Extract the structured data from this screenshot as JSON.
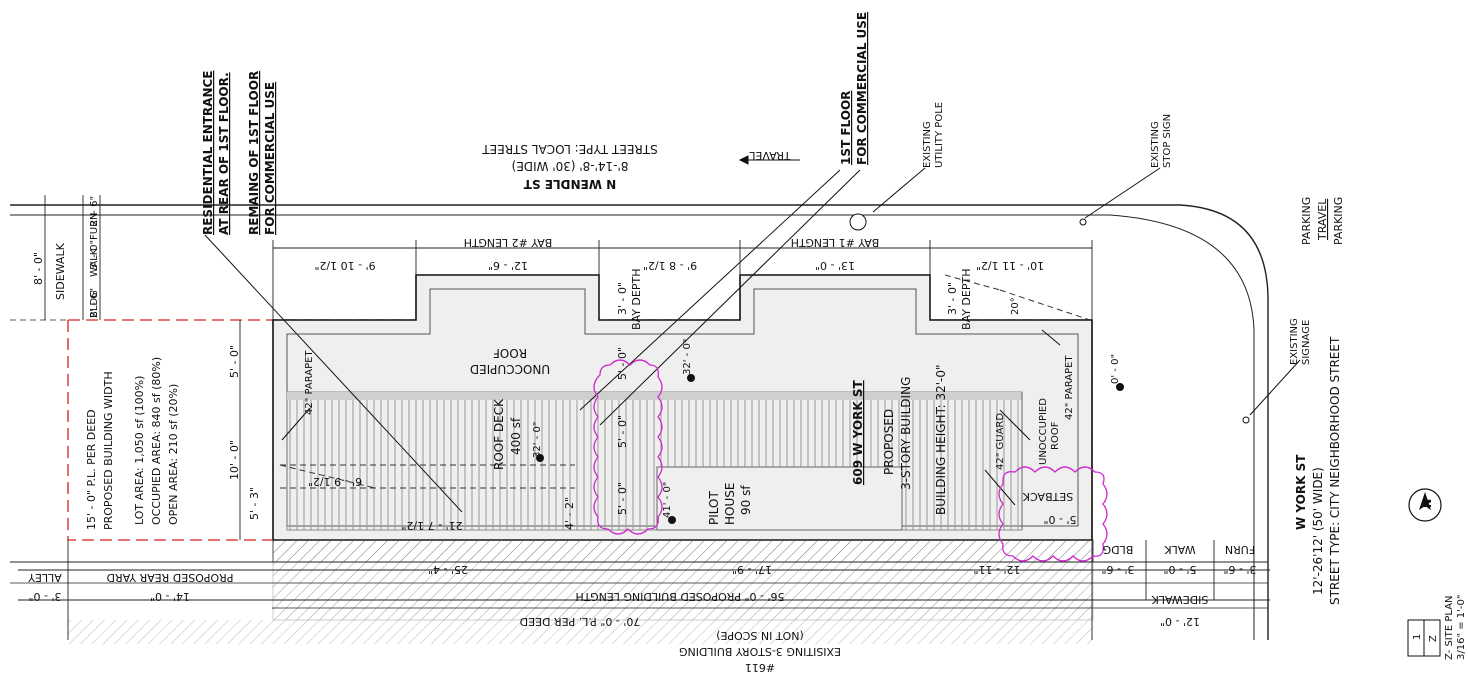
{
  "notes": {
    "residential_1": "RESIDENTIAL ENTRANCE",
    "residential_2": "AT REAR OF 1ST FLOOR.",
    "remaining_1": "REMAING OF 1ST FLOOR",
    "remaining_2": "FOR COMMERCIAL USE",
    "first_floor_1": "1ST FLOOR",
    "first_floor_2": "FOR COMMERCIAL USE",
    "utility_pole_1": "EXISTING",
    "utility_pole_2": "UTILITY POLE",
    "stop_sign_1": "EXISTING",
    "stop_sign_2": "STOP SIGN",
    "signage_1": "EXISTING",
    "signage_2": "SIGNAGE"
  },
  "streets": {
    "wendle_name": "N WENDLE ST",
    "wendle_width": "8'-14'-8' (30' WIDE)",
    "wendle_type": "STREET TYPE: LOCAL STREET",
    "travel": "TRAVEL",
    "york_name": "W YORK ST",
    "york_width": "12'-26'12' (50' WIDE)",
    "york_type": "STREET TYPE: CITY NEIGHBORHOOD STREET",
    "lane_parking_1": "PARKING",
    "lane_travel": "TRAVEL",
    "lane_parking_2": "PARKING"
  },
  "left_zone": {
    "sidewalk": "SIDEWALK",
    "sidewalk_dim": "8' - 0\"",
    "bldg_walk": "BLDG",
    "walk": "WALK",
    "furn": "FURN",
    "dim_2_6_a": "2' - 6\"",
    "dim_3_0": "3' - 0\"",
    "dim_2_6_b": "2' - 6\"",
    "pl_width": "15' - 0\"  P.L. PER DEED",
    "building_width": "PROPOSED BUILDING WIDTH",
    "lot_area": "LOT AREA: 1,050 sf (100%)",
    "occupied_area": "OCCUPIED AREA: 840 sf (80%)",
    "open_area": "OPEN AREA: 210 sf (20%)"
  },
  "top_dims": {
    "d1": "9' - 10 1/2\"",
    "d2": "12' - 6\"",
    "d3": "9' - 8 1/2\"",
    "d4": "13' - 0\"",
    "d5": "10' - 11 1/2\"",
    "bay2": "BAY #2 LENGTH",
    "bay1": "BAY #1 LENGTH",
    "bay_depth_a": "3' - 0\"",
    "bay_depth_a_label": "BAY DEPTH",
    "bay_depth_b": "3' - 0\"",
    "bay_depth_b_label": "BAY DEPTH",
    "angle": "20°"
  },
  "plan": {
    "unoccupied_roof_1": "UNOCCUPIED",
    "unoccupied_roof_2": "ROOF",
    "parapet_left": "42\" PARAPET",
    "parapet_right": "42\" PARAPET",
    "roof_deck": "ROOF DECK",
    "roof_deck_area": "400 sf",
    "pilot_house": "PILOT",
    "pilot_house_2": "HOUSE",
    "pilot_area": "90 sf",
    "address": "609 W YORK ST",
    "proposed": "PROPOSED",
    "stories": "3-STORY BUILDING",
    "height": "BUILDING HEIGHT: 32'-0\"",
    "guard": "42\" GUARD",
    "unocc_right_1": "UNOCCUPIED",
    "unocc_right_2": "ROOF",
    "setback": "SETBACK",
    "setback_dim": "5' - 0\"",
    "elev_32_a": "32' - 0\"",
    "elev_32_b": "32' - 0\"",
    "elev_41": "41' - 0\"",
    "elev_0": "0' - 0\"",
    "dim_5_0_a": "5' - 0\"",
    "dim_10_0": "10' - 0\"",
    "dim_5_3": "5' - 3\"",
    "dim_5_0_b": "5' - 0\"",
    "dim_5_0_c": "5' - 0\"",
    "dim_5_0_d": "5' - 0\"",
    "dim_6_9": "6' - 9 1/2\"",
    "dim_21_7": "21' - 7 1/2\"",
    "dim_4_2": "4' - 2\""
  },
  "bottom_dims": {
    "alley": "ALLEY",
    "alley_dim": "3' - 0\"",
    "rear_yard": "PROPOSED REAR YARD",
    "rear_dim": "14' - 0\"",
    "d_25_4": "25' - 4\"",
    "d_17_9": "17' - 9\"",
    "d_12_11": "12' - 11\"",
    "bldg": "BLDG",
    "walk": "WALK",
    "furn": "FURN",
    "d_3_6_a": "3' - 6\"",
    "d_5_0": "5' - 0\"",
    "d_3_6_b": "3' - 6\"",
    "building_length": "56' - 0\"  PROPOSED BUILDING LENGTH",
    "sidewalk": "SIDEWALK",
    "pl_deed": "70' - 0\"  P.L. PER DEED",
    "sidewalk_dim": "12' - 0\"",
    "not_in_scope": "(NOT IN SCOPE)",
    "existing_building": "EXISITING 3-STORY BUILDING",
    "neighbor": "#611"
  },
  "title_block": {
    "sheet": "Z- SITE PLAN",
    "scale": "3/16\" = 1'-0\"",
    "num": "1",
    "letter": "Z",
    "north": "N"
  }
}
